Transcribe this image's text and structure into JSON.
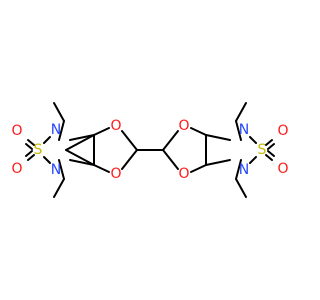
{
  "molecule": {
    "atoms": [
      {
        "id": "n1",
        "element": "N"
      },
      {
        "id": "n2",
        "element": "N"
      },
      {
        "id": "s1",
        "element": "S"
      },
      {
        "id": "o1",
        "element": "O"
      },
      {
        "id": "o2",
        "element": "O"
      },
      {
        "id": "o3",
        "element": "O"
      },
      {
        "id": "o4",
        "element": "O"
      },
      {
        "id": "o5",
        "element": "O"
      },
      {
        "id": "o6",
        "element": "O"
      },
      {
        "id": "n3",
        "element": "N"
      },
      {
        "id": "n4",
        "element": "N"
      },
      {
        "id": "s2",
        "element": "S"
      },
      {
        "id": "o7",
        "element": "O"
      },
      {
        "id": "o8",
        "element": "O"
      }
    ]
  },
  "colors": {
    "carbon": "#000000",
    "nitrogen": "#2447ff",
    "oxygen": "#ff1a1a",
    "sulfur": "#c9b800",
    "background": "#ffffff"
  }
}
